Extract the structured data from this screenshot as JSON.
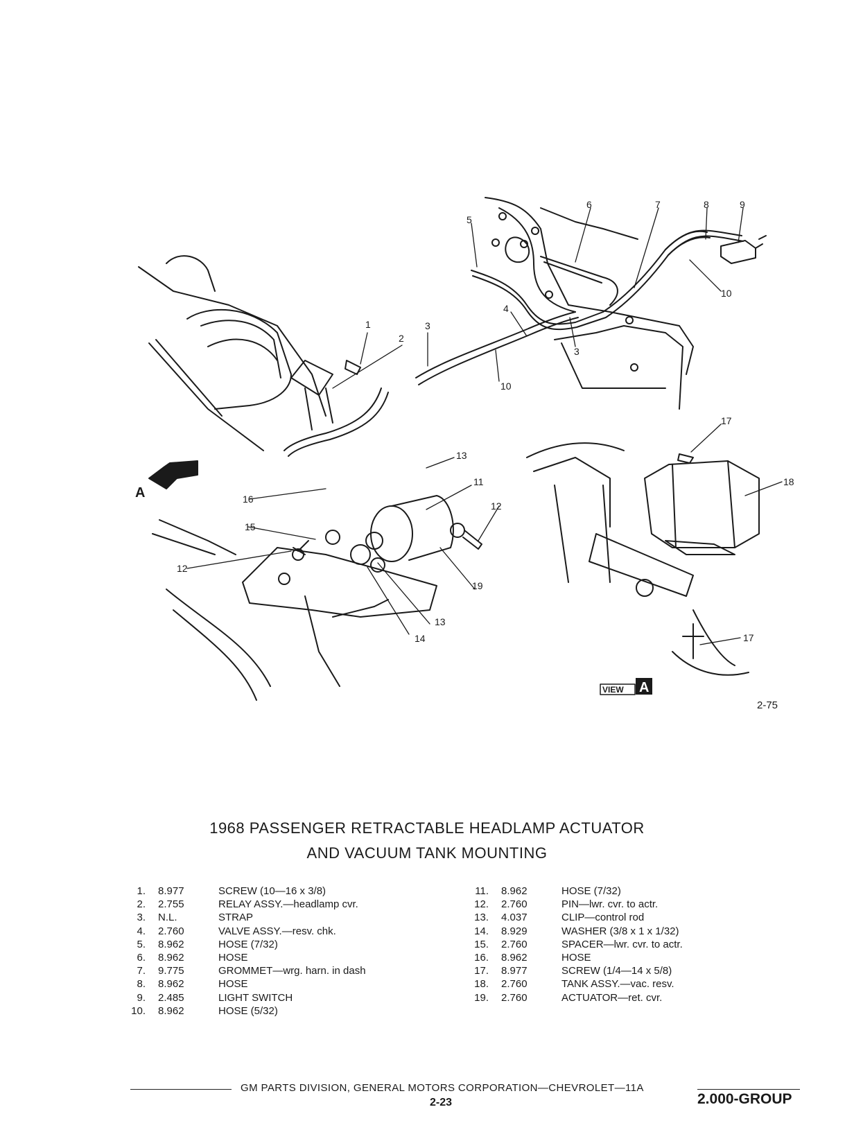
{
  "figure": {
    "number": "2-75",
    "view_label": "VIEW",
    "view_letter": "A",
    "arrow_letter": "A",
    "callouts": [
      "1",
      "2",
      "3",
      "3",
      "4",
      "5",
      "6",
      "7",
      "8",
      "9",
      "10",
      "10",
      "11",
      "12",
      "12",
      "13",
      "13",
      "14",
      "15",
      "16",
      "17",
      "17",
      "18",
      "19"
    ]
  },
  "title": {
    "line1": "1968 PASSENGER RETRACTABLE HEADLAMP ACTUATOR",
    "line2": "AND VACUUM TANK MOUNTING"
  },
  "parts_left": [
    {
      "num": "1.",
      "code": "8.977",
      "desc": "SCREW (10—16 x 3/8)"
    },
    {
      "num": "2.",
      "code": "2.755",
      "desc": "RELAY ASSY.—headlamp cvr."
    },
    {
      "num": "3.",
      "code": "N.L.",
      "desc": "STRAP"
    },
    {
      "num": "4.",
      "code": "2.760",
      "desc": "VALVE ASSY.—resv. chk."
    },
    {
      "num": "5.",
      "code": "8.962",
      "desc": "HOSE (7/32)"
    },
    {
      "num": "6.",
      "code": "8.962",
      "desc": "HOSE"
    },
    {
      "num": "7.",
      "code": "9.775",
      "desc": "GROMMET—wrg. harn. in dash"
    },
    {
      "num": "8.",
      "code": "8.962",
      "desc": "HOSE"
    },
    {
      "num": "9.",
      "code": "2.485",
      "desc": "LIGHT SWITCH"
    },
    {
      "num": "10.",
      "code": "8.962",
      "desc": "HOSE (5/32)"
    }
  ],
  "parts_right": [
    {
      "num": "11.",
      "code": "8.962",
      "desc": "HOSE (7/32)"
    },
    {
      "num": "12.",
      "code": "2.760",
      "desc": "PIN—lwr. cvr. to actr."
    },
    {
      "num": "13.",
      "code": "4.037",
      "desc": "CLIP—control rod"
    },
    {
      "num": "14.",
      "code": "8.929",
      "desc": "WASHER (3/8 x 1 x 1/32)"
    },
    {
      "num": "15.",
      "code": "2.760",
      "desc": "SPACER—lwr. cvr. to actr."
    },
    {
      "num": "16.",
      "code": "8.962",
      "desc": "HOSE"
    },
    {
      "num": "17.",
      "code": "8.977",
      "desc": "SCREW (1/4—14 x 5/8)"
    },
    {
      "num": "18.",
      "code": "2.760",
      "desc": "TANK ASSY.—vac. resv."
    },
    {
      "num": "19.",
      "code": "2.760",
      "desc": "ACTUATOR—ret. cvr."
    }
  ],
  "footer": {
    "text": "GM PARTS DIVISION, GENERAL MOTORS CORPORATION—CHEVROLET—11A",
    "page": "2-23",
    "group": "2.000-GROUP"
  }
}
